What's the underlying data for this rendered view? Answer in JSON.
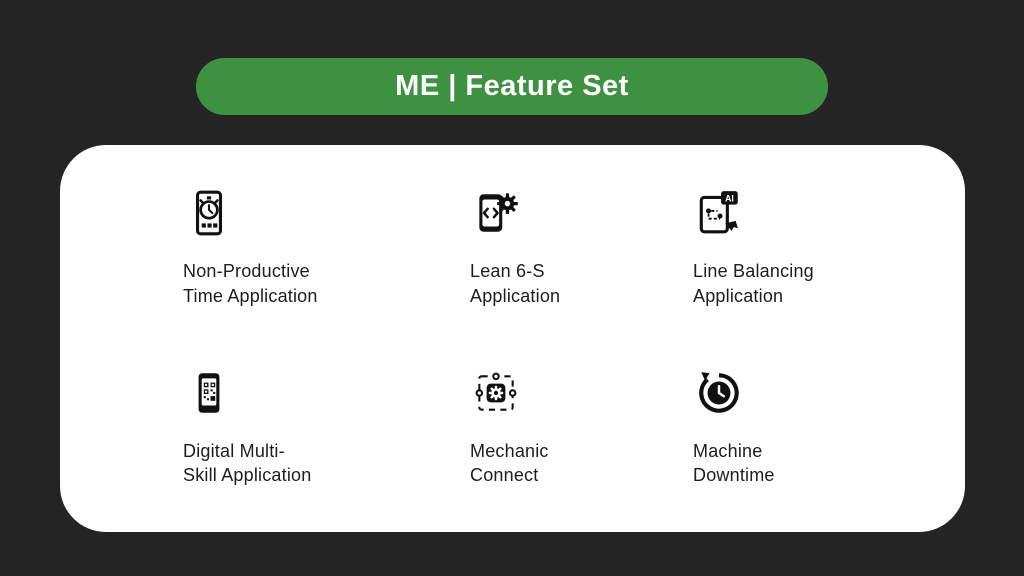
{
  "colors": {
    "background": "#242424",
    "banner": "#3f9142",
    "banner_text": "#ffffff",
    "card": "#ffffff",
    "text": "#1d1d1d",
    "icon": "#111111"
  },
  "banner": {
    "title": "ME | Feature Set"
  },
  "features": [
    {
      "icon": "stopwatch-phone-icon",
      "line1": "Non-Productive",
      "line2": "Time Application"
    },
    {
      "icon": "code-gear-phone-icon",
      "line1": "Lean 6-S",
      "line2": "Application"
    },
    {
      "icon": "ai-tablet-icon",
      "line1": "Line Balancing",
      "line2": "Application"
    },
    {
      "icon": "qr-code-phone-icon",
      "line1": "Digital Multi-",
      "line2": "Skill Application"
    },
    {
      "icon": "gear-frame-icon",
      "line1": "Mechanic",
      "line2": "Connect"
    },
    {
      "icon": "clock-rewind-icon",
      "line1": "Machine",
      "line2": "Downtime"
    }
  ]
}
